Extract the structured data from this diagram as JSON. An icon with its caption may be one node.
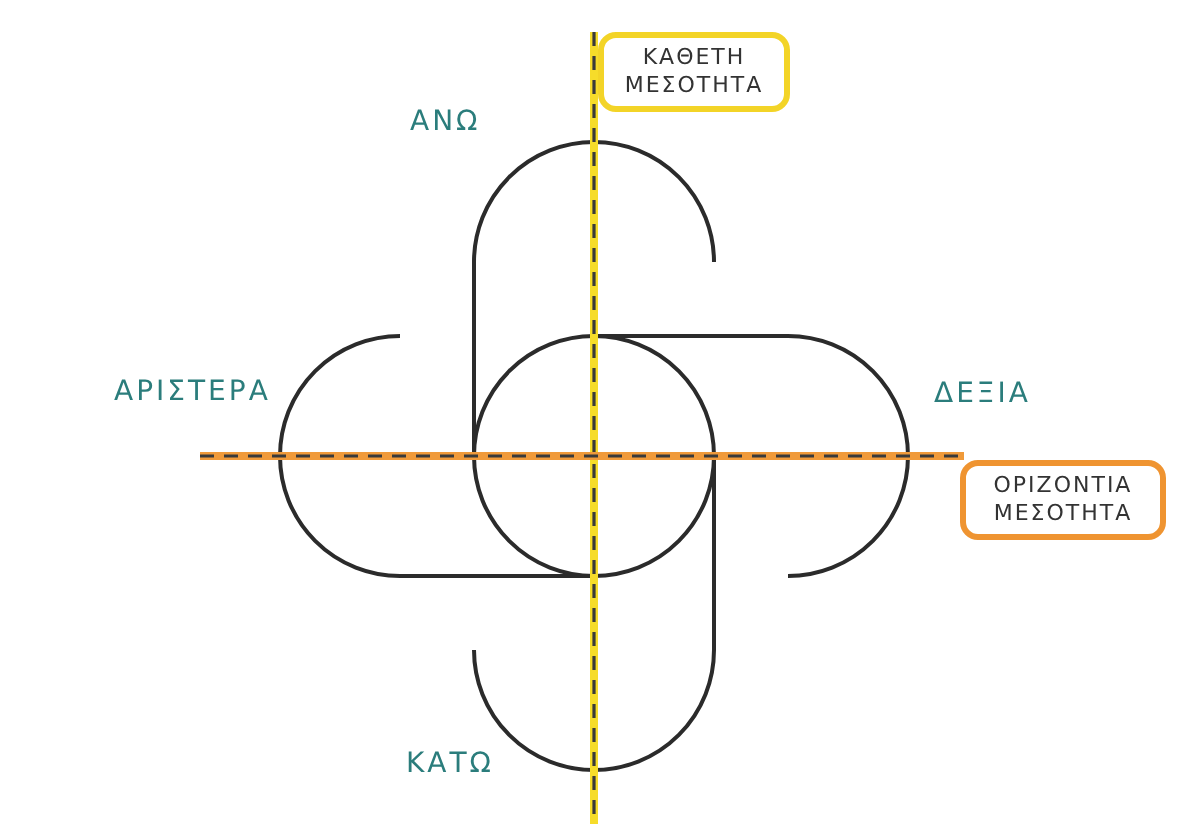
{
  "diagram": {
    "nodes": [
      {
        "text": [
          "ΚΑΘΕΤΗ ΜΕΣΟΤΗΤΑ"
        ]
      },
      {
        "text": [
          "ΟΡΙΖΟΝΤΙΑ ΜΕΣΟΤΗΤΑ"
        ]
      }
    ],
    "labels": [
      "ΑΝΩ",
      "ΑΡΙΣΤΕΡΑ",
      "ΔΕΞΙΑ",
      "ΚΑΤΩ"
    ]
  }
}
